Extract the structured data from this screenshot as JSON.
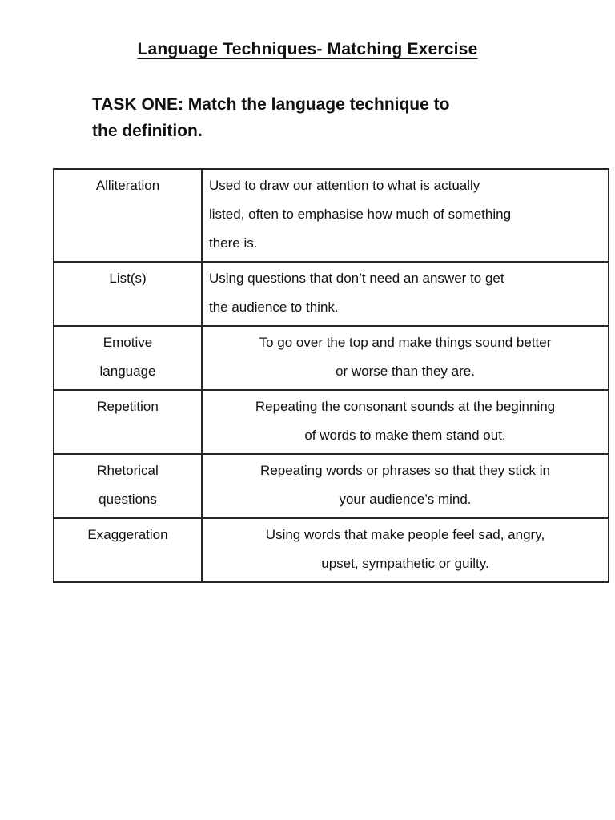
{
  "page": {
    "title": "Language Techniques- Matching Exercise",
    "task_heading": "TASK ONE: Match the language technique to\nthe definition."
  },
  "table": {
    "rows": [
      {
        "technique": "Alliteration",
        "definition": "Used to draw our attention to what is actually\nlisted, often to emphasise how much of something\nthere is.",
        "align": "left"
      },
      {
        "technique": "List(s)",
        "definition": "Using questions that don’t need an answer to get\nthe audience to think.",
        "align": "left"
      },
      {
        "technique": "Emotive\nlanguage",
        "definition": "To go over the top and make things sound better\nor worse than they are.",
        "align": "center"
      },
      {
        "technique": "Repetition",
        "definition": "Repeating the consonant sounds at the beginning\nof words to make them stand out.",
        "align": "center"
      },
      {
        "technique": "Rhetorical\nquestions",
        "definition": "Repeating words or phrases so that they stick in\nyour audience’s mind.",
        "align": "center"
      },
      {
        "technique": "Exaggeration",
        "definition": "Using words that make people feel sad, angry,\nupset, sympathetic or guilty.",
        "align": "center"
      }
    ]
  }
}
